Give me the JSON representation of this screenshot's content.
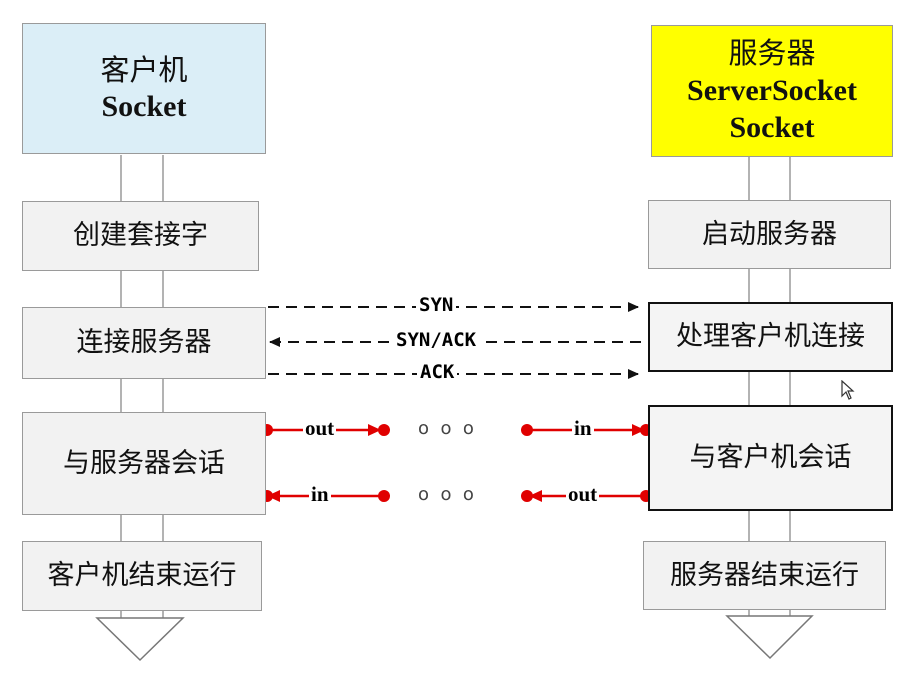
{
  "client": {
    "header": {
      "line1": "客户机",
      "line2": "Socket"
    },
    "steps": {
      "create": "创建套接字",
      "connect": "连接服务器",
      "session": "与服务器会话",
      "end": "客户机结束运行"
    }
  },
  "server": {
    "header": {
      "line1": "服务器",
      "line2": "ServerSocket",
      "line3": "Socket"
    },
    "steps": {
      "start": "启动服务器",
      "handle": "处理客户机连接",
      "session": "与客户机会话",
      "end": "服务器结束运行"
    }
  },
  "handshake": {
    "syn": "SYN",
    "synack": "SYN/ACK",
    "ack": "ACK"
  },
  "streams": {
    "top_left": "out",
    "top_right": "in",
    "bottom_left": "in",
    "bottom_right": "out",
    "ellipsis": "o  o  o"
  },
  "colors": {
    "client_header": "#dbeef7",
    "server_header": "#ffff00",
    "stream": "#e00000"
  }
}
